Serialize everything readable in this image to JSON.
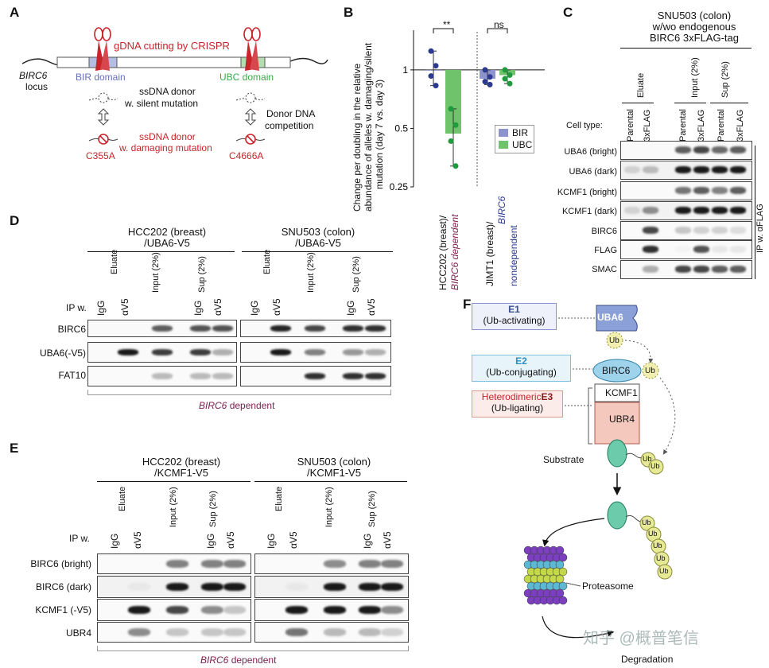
{
  "panelA": {
    "letter": "A",
    "gdna": "gDNA cutting by CRISPR",
    "locus_gene": "BIRC6",
    "locus_word": "locus",
    "bir": "BIR domain",
    "ubc": "UBC domain",
    "silent1": "ssDNA donor",
    "silent2": "w. silent mutation",
    "donor1": "Donor DNA",
    "donor2": "competition",
    "damage1": "ssDNA donor",
    "damage2": "w. damaging mutation",
    "mutL": "C355A",
    "mutR": "C4666A"
  },
  "panelB": {
    "letter": "B",
    "ylabel1": "Change per doubling in the relative",
    "ylabel2": "abundance of alleles w. damaging/silent",
    "ylabel3": "mutation (day 7 vs. day 3)",
    "sig1": "**",
    "sig2": "ns",
    "legend_bir": "BIR",
    "legend_ubc": "UBC",
    "xl1a": "HCC202 (breast)/",
    "xl1b": "BIRC6 dependent",
    "xl2a": "JIMT1 (breast)/",
    "xl2b": "BIRC6",
    "xl2c": "nondependent"
  },
  "chart_data": {
    "type": "bar",
    "yscale": "log",
    "ylim": [
      0.25,
      1.6
    ],
    "yticks": [
      "1",
      "0.5",
      "0.25"
    ],
    "ytick_values": [
      1,
      0.5,
      0.25
    ],
    "categories": [
      "HCC202 (breast)/BIRC6 dependent",
      "JIMT1 (breast)/BIRC6 nondependent"
    ],
    "series": [
      {
        "name": "BIR",
        "color": "#8c93cf",
        "dot": "#2b3a8e",
        "values": [
          1.0,
          0.9
        ],
        "points": [
          [
            1.25,
            1.05,
            0.93,
            0.83
          ],
          [
            1.0,
            0.92,
            0.87,
            0.84
          ]
        ]
      },
      {
        "name": "UBC",
        "color": "#6fc36b",
        "dot": "#1f9a3c",
        "values": [
          0.47,
          0.94
        ],
        "points": [
          [
            0.63,
            0.52,
            0.43,
            0.32
          ],
          [
            1.0,
            0.94,
            0.9,
            0.85
          ]
        ]
      }
    ],
    "annotations": [
      "**",
      "ns"
    ],
    "legend": "right"
  },
  "panelC": {
    "letter": "C",
    "h1": "SNU503 (colon)",
    "h2": "w/wo endogenous",
    "h3": "BIRC6 3xFLAG-tag",
    "groups": [
      "Eluate",
      "Input (2%)",
      "Sup (2%)"
    ],
    "celltype": "Cell type:",
    "lanes": [
      "Parental",
      "3xFLAG",
      "Parental",
      "3xFLAG",
      "Parental",
      "3xFLAG"
    ],
    "rows": [
      "UBA6 (bright)",
      "UBA6 (dark)",
      "KCMF1 (bright)",
      "KCMF1 (dark)",
      "BIRC6",
      "FLAG",
      "SMAC"
    ],
    "ip": "IP w. αFLAG"
  },
  "panelD": {
    "letter": "D",
    "left1": "HCC202 (breast)",
    "left2": "/UBA6-V5",
    "right1": "SNU503 (colon)",
    "right2": "/UBA6-V5",
    "groups": [
      "Eluate",
      "Input (2%)",
      "Sup (2%)"
    ],
    "ipw": "IP w.",
    "lanes": [
      "IgG",
      "αV5",
      "IgG",
      "αV5"
    ],
    "rows": [
      "BIRC6",
      "UBA6(-V5)",
      "FAT10"
    ],
    "dep_gene": "BIRC6",
    "dep_word": "dependent"
  },
  "panelE": {
    "letter": "E",
    "left1": "HCC202 (breast)",
    "left2": "/KCMF1-V5",
    "right1": "SNU503 (colon)",
    "right2": "/KCMF1-V5",
    "groups": [
      "Eluate",
      "Input (2%)",
      "Sup (2%)"
    ],
    "ipw": "IP w.",
    "lanes": [
      "IgG",
      "αV5",
      "IgG",
      "αV5"
    ],
    "rows": [
      "BIRC6 (bright)",
      "BIRC6 (dark)",
      "KCMF1 (-V5)",
      "UBR4"
    ],
    "dep_gene": "BIRC6",
    "dep_word": "dependent"
  },
  "panelF": {
    "letter": "F",
    "e1a": "E1",
    "e1b": "(Ub-activating)",
    "e2a": "E2",
    "e2b": "(Ub-conjugating)",
    "e3a": "Heterodimeric",
    "e3b": "E3",
    "e3c": "(Ub-ligating)",
    "uba6": "UBA6",
    "birc6": "BIRC6",
    "kcmf1": "KCMF1",
    "ubr4": "UBR4",
    "ub": "Ub",
    "substrate": "Substrate",
    "proteasome": "Proteasome",
    "degradation": "Degradation"
  },
  "watermark": "知乎 @概普笔信"
}
